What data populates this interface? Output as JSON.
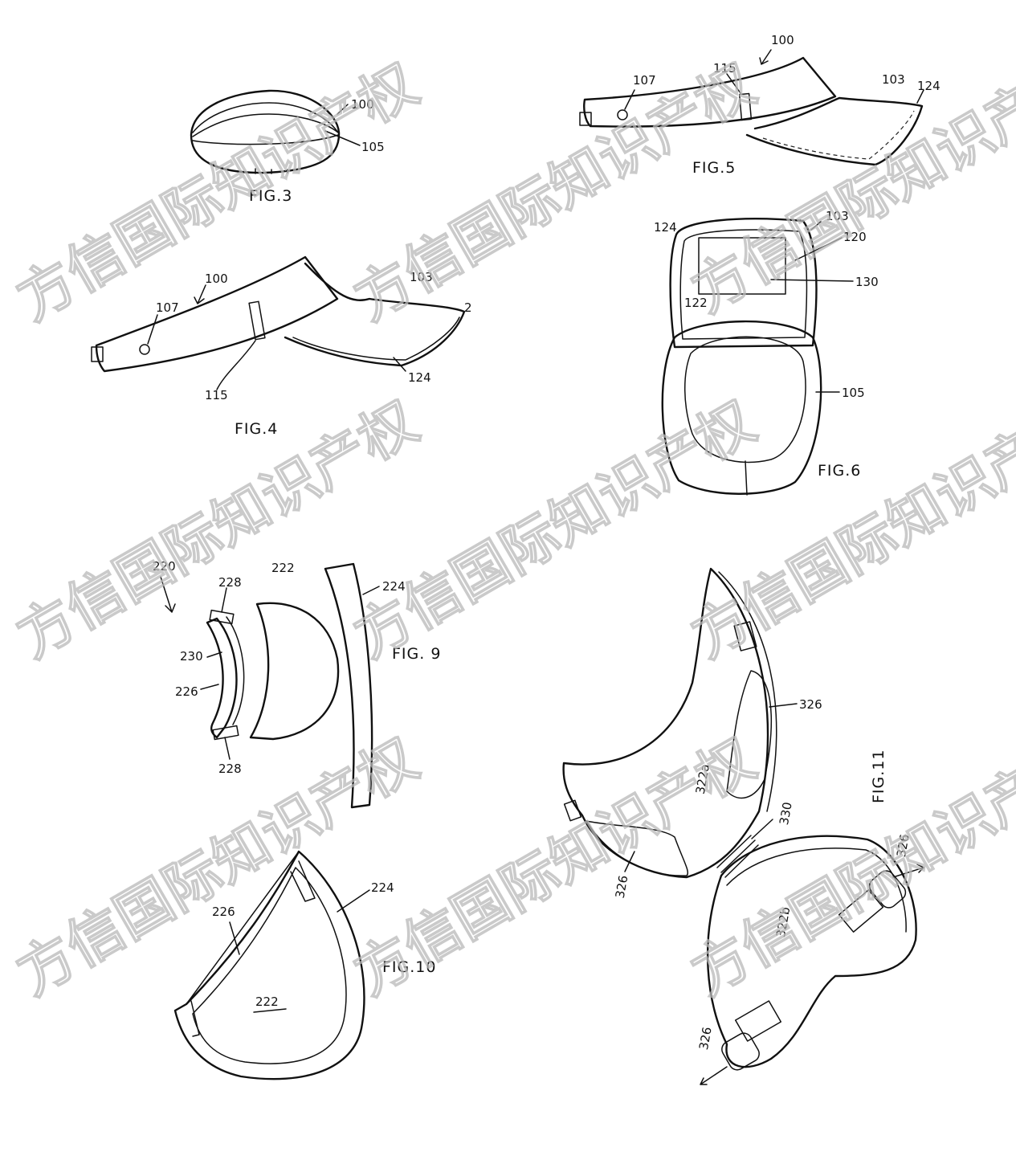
{
  "watermark": "方信国际知识产权",
  "figures": {
    "fig3": {
      "caption": "FIG.3",
      "labels": {
        "ref100": "100",
        "ref105": "105"
      }
    },
    "fig4": {
      "caption": "FIG.4",
      "labels": {
        "ref100": "100",
        "ref107": "107",
        "ref103": "103",
        "ref115": "115",
        "ref124": "124",
        "ref2": "2"
      }
    },
    "fig5": {
      "caption": "FIG.5",
      "labels": {
        "ref100": "100",
        "ref107": "107",
        "ref115": "115",
        "ref103": "103",
        "ref124": "124"
      }
    },
    "fig6": {
      "caption": "FIG.6",
      "labels": {
        "ref124": "124",
        "ref103": "103",
        "ref120": "120",
        "ref130": "130",
        "ref122": "122",
        "ref105": "105"
      }
    },
    "fig9": {
      "caption": "FIG. 9",
      "labels": {
        "ref220": "220",
        "ref228a": "228",
        "ref222": "222",
        "ref224": "224",
        "ref230": "230",
        "ref226": "226",
        "ref228b": "228"
      }
    },
    "fig10": {
      "caption": "FIG.10",
      "labels": {
        "ref226": "226",
        "ref224": "224",
        "ref222": "222"
      }
    },
    "fig11": {
      "caption": "FIG.11",
      "labels": {
        "ref326a": "326",
        "ref322a": "322a",
        "ref330": "330",
        "ref326b": "326",
        "ref326c": "326",
        "ref322b": "322b",
        "ref326d": "326"
      }
    }
  }
}
